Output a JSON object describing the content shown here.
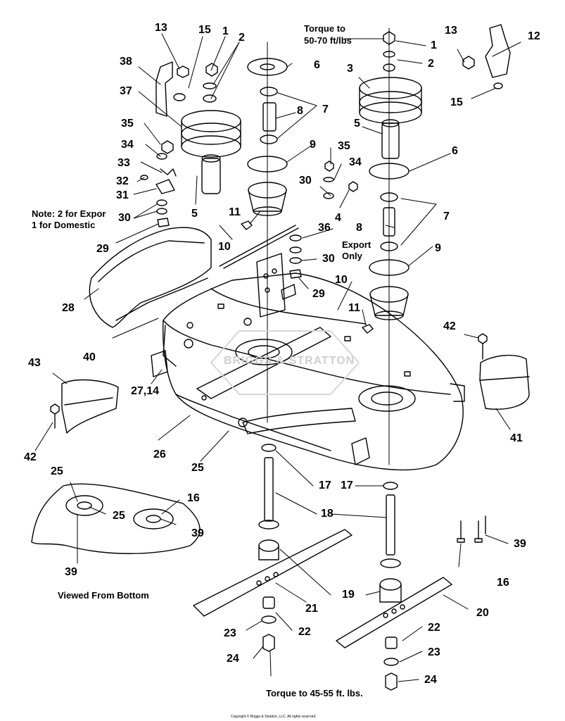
{
  "notes": {
    "torque_top": "Torque to",
    "torque_top_value": "50-70 ft/lbs",
    "note_line1": "Note: 2 for Expor",
    "note_line2": "1 for Domestic",
    "export_line1": "Export",
    "export_line2": "Only",
    "viewed_from_bottom": "Viewed From Bottom",
    "torque_bottom": "Torque to 45-55 ft. lbs.",
    "copyright": "Copyright © Briggs & Stratton, LLC. All rights reserved.",
    "watermark": "BRIGGS & STRATTON"
  },
  "callouts": [
    "13",
    "15",
    "1",
    "2",
    "38",
    "37",
    "35",
    "34",
    "33",
    "32",
    "31",
    "30",
    "29",
    "5",
    "28",
    "40",
    "43",
    "42",
    "27,14",
    "26",
    "25",
    "25",
    "25",
    "16",
    "39",
    "39",
    "6",
    "7",
    "8",
    "9",
    "11",
    "10",
    "35",
    "34",
    "30",
    "4",
    "36",
    "30",
    "29",
    "1",
    "2",
    "3",
    "5",
    "6",
    "7",
    "8",
    "9",
    "10",
    "11",
    "13",
    "12",
    "15",
    "42",
    "41",
    "17",
    "18",
    "17",
    "19",
    "21",
    "20",
    "22",
    "23",
    "24",
    "22",
    "23",
    "24",
    "16",
    "39"
  ]
}
